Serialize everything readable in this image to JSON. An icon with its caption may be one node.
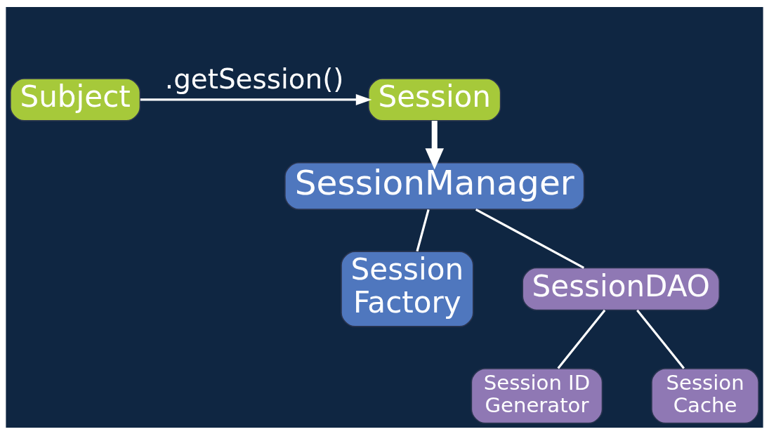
{
  "diagram": {
    "nodes": [
      {
        "text": [
          "Subject"
        ]
      },
      {
        "text": [
          "Session"
        ]
      },
      {
        "text": [
          "SessionManager"
        ]
      },
      {
        "text": [
          "Session Factory"
        ]
      },
      {
        "text": [
          "SessionDAO"
        ]
      },
      {
        "text": [
          "Session ID Generator"
        ]
      },
      {
        "text": [
          "Session Cache"
        ]
      }
    ],
    "edges": [
      {
        "from": 0,
        "to": 1,
        "arrow": "to",
        "label": ".getSession()"
      },
      {
        "from": 1,
        "to": 2,
        "arrow": "to",
        "style": "thick"
      },
      {
        "from": 2,
        "to": 3,
        "arrow": "none"
      },
      {
        "from": 2,
        "to": 4,
        "arrow": "none"
      },
      {
        "from": 4,
        "to": 5,
        "arrow": "none"
      },
      {
        "from": 4,
        "to": 6,
        "arrow": "none"
      }
    ]
  }
}
